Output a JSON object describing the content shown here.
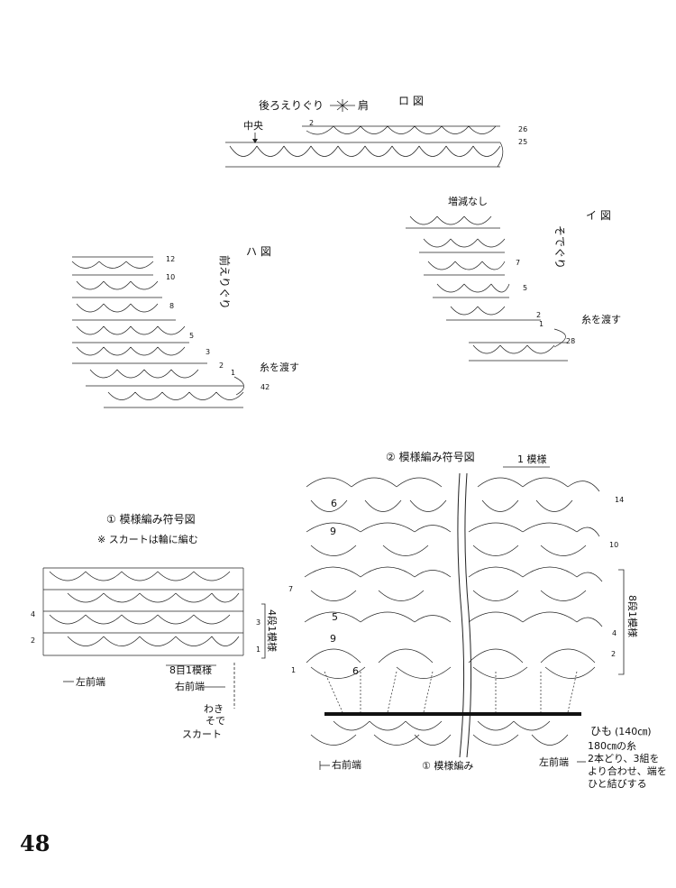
{
  "page_number": "48",
  "ro": {
    "title": "ロ 図",
    "neckline": "後ろえりぐり",
    "shoulder": "肩",
    "center": "中央",
    "rows": [
      "2",
      "26",
      "25"
    ]
  },
  "i": {
    "title": "イ 図",
    "armhole": "そでぐり",
    "no_change": "増減なし",
    "yarn_note": "糸を渡す",
    "rows": [
      "7",
      "5",
      "2",
      "1",
      "28"
    ]
  },
  "ha": {
    "title": "ハ 図",
    "front_neck": "前えりぐり",
    "yarn_note": "糸を渡す",
    "rows": [
      "12",
      "10",
      "8",
      "5",
      "3",
      "2",
      "1",
      "42"
    ]
  },
  "d1": {
    "title": "① 模様編み符号図",
    "note": "※ スカートは輪に編む",
    "rows_left": [
      "4",
      "2"
    ],
    "rows_right": [
      "3",
      "1"
    ],
    "repeat_rows": "4段1模様",
    "repeat_sts": "8目1模様",
    "left_front": "左前端",
    "right_front": "右前端",
    "side_labels": [
      "わき",
      "そで",
      "スカート"
    ]
  },
  "d2": {
    "title": "② 模様編み符号図",
    "repeat": "1 模様",
    "rows_right": [
      "14",
      "10",
      "4",
      "2"
    ],
    "rows_left": [
      "7",
      "1"
    ],
    "repeat_rows": "8段1模様",
    "inner_nums": [
      "6",
      "9",
      "5",
      "9",
      "6"
    ],
    "right_front": "右前端",
    "left_front": "左前端",
    "base_pattern": "① 模様編み",
    "cord_label": "ひも",
    "cord_length": "(140㎝)",
    "cord_note": [
      "180㎝の糸",
      "2本どり、3組を",
      "より合わせ、端を",
      "ひと結びする"
    ]
  }
}
